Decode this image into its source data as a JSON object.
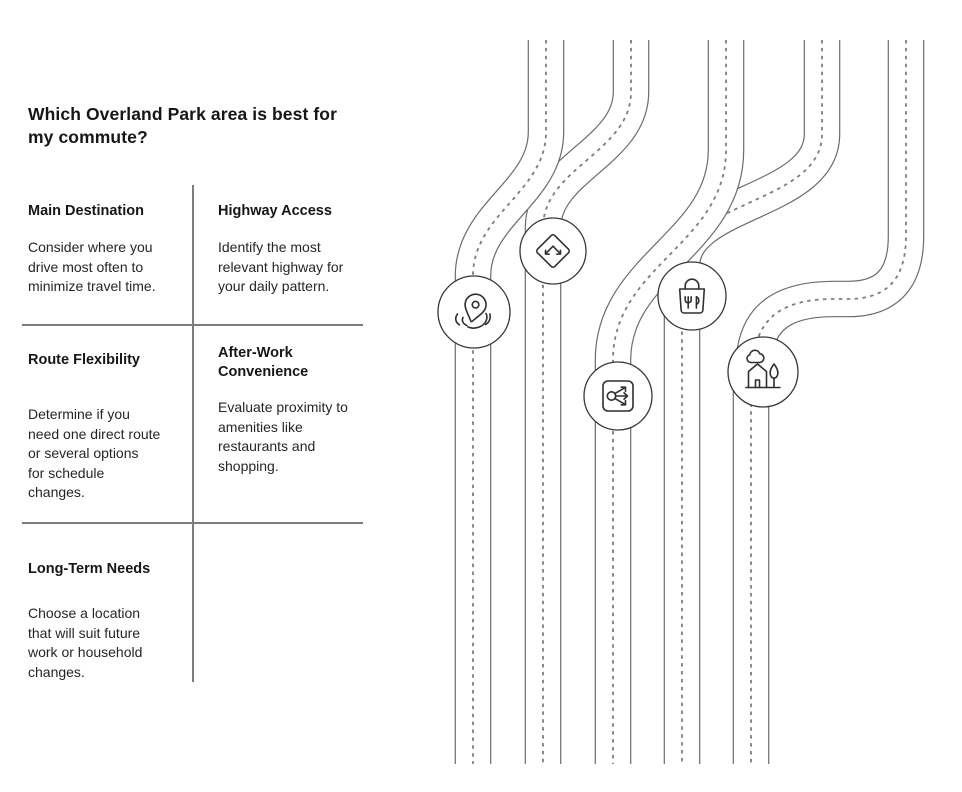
{
  "header": {
    "title": "Which Overland Park area is best for\nmy commute?"
  },
  "sections": [
    {
      "title": "Main Destination",
      "body": "Consider where you\ndrive most often to\nminimize travel time."
    },
    {
      "title": "Highway Access",
      "body": "Identify the most\nrelevant highway for\nyour daily pattern."
    },
    {
      "title": "Route Flexibility",
      "body": "Determine if you\nneed one direct route\nor several options\nfor schedule\nchanges."
    },
    {
      "title": "After-Work Convenience",
      "body": "Evaluate proximity to\namenities like\nrestaurants and\nshopping."
    },
    {
      "title": "Long-Term Needs",
      "body": "Choose a location\nthat will suit future\nwork or household\nchanges."
    }
  ],
  "illustration": {
    "description": "Five winding road lanes with dashed center lines and circular icon nodes",
    "nodes": [
      {
        "icon": "route-pin-icon"
      },
      {
        "icon": "direction-diamond-icon"
      },
      {
        "icon": "route-split-icon"
      },
      {
        "icon": "dining-shopping-bag-icon"
      },
      {
        "icon": "home-neighborhood-icon"
      }
    ],
    "colors": {
      "road_edge": "#6b6b6b",
      "road_dash": "#7d7d7d",
      "node_stroke": "#2f2f2f",
      "divider": "#7c7c7c",
      "text": "#161616"
    }
  }
}
